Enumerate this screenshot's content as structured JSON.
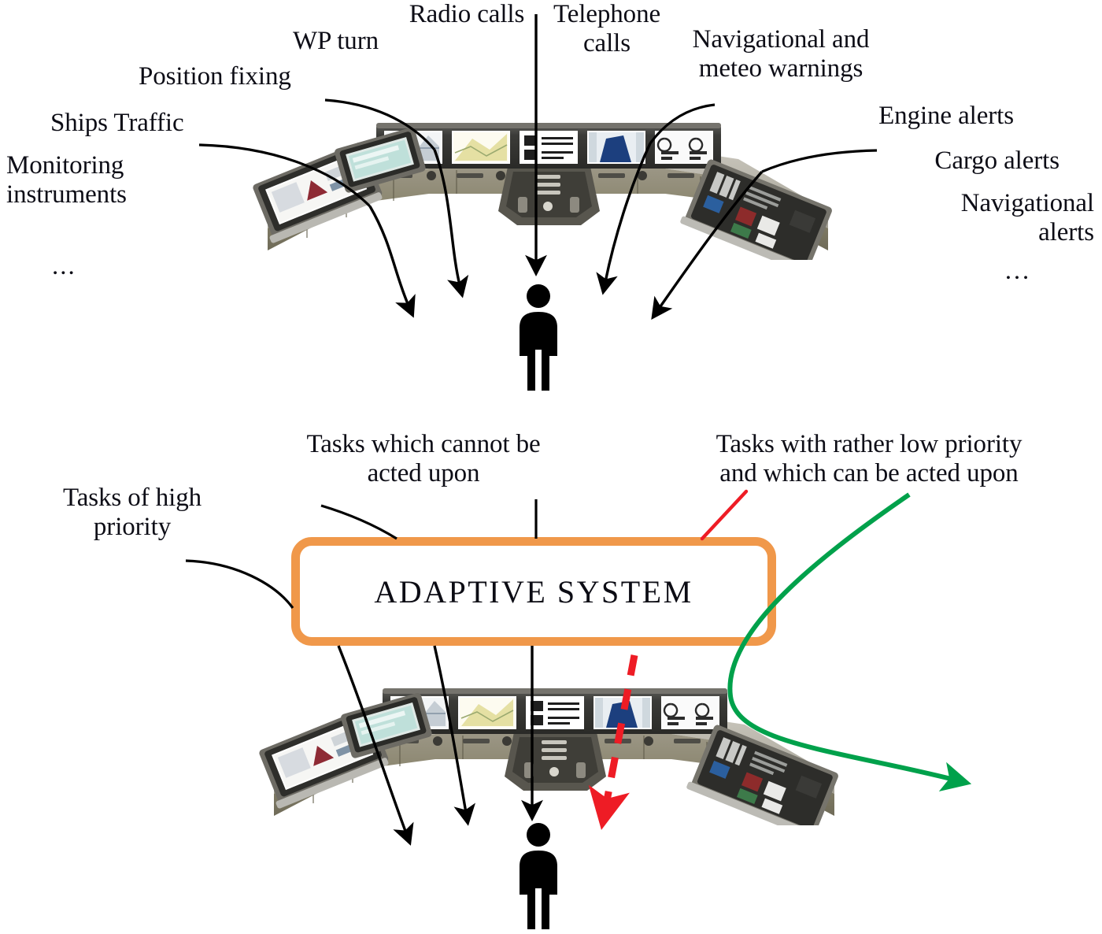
{
  "figure": {
    "title_text": "ADAPTIVE SYSTEM",
    "colors": {
      "orange_box": "#f0984a",
      "red_arrow": "#ee1c25",
      "green_arrow": "#00a14b",
      "black_arrow": "#000000",
      "background": "#ffffff",
      "text": "#0d0d16"
    }
  },
  "top_panel": {
    "name": "current-bridge-situation",
    "labels": [
      {
        "id": "monitoring-instruments",
        "text": "Monitoring\ninstruments",
        "align": "left"
      },
      {
        "id": "ships-traffic",
        "text": "Ships Traffic",
        "align": "left"
      },
      {
        "id": "position-fixing",
        "text": "Position fixing",
        "align": "left"
      },
      {
        "id": "wp-turn",
        "text": "WP turn",
        "align": "left"
      },
      {
        "id": "radio-calls",
        "text": "Radio calls",
        "align": "center"
      },
      {
        "id": "telephone-calls",
        "text": "Telephone\ncalls",
        "align": "center"
      },
      {
        "id": "navigational-and-meteo-warnings",
        "text": "Navigational and\nmeteo warnings",
        "align": "center"
      },
      {
        "id": "engine-alerts",
        "text": "Engine alerts",
        "align": "right"
      },
      {
        "id": "cargo-alerts",
        "text": "Cargo alerts",
        "align": "right"
      },
      {
        "id": "navigational-alerts",
        "text": "Navigational\nalerts",
        "align": "right"
      }
    ],
    "ellipsis_left": "...",
    "ellipsis_right": "…",
    "operator": "operator-figure",
    "arrow_count": 5
  },
  "bottom_panel": {
    "name": "adaptive-system-situation",
    "system_label": "ADAPTIVE SYSTEM",
    "labels": [
      {
        "id": "tasks-of-high-priority",
        "text": "Tasks of high\npriority",
        "align": "center"
      },
      {
        "id": "tasks-which-cannot-be-acted-upon",
        "text": "Tasks which cannot be\nacted upon",
        "align": "center"
      },
      {
        "id": "tasks-with-rather-low-priority",
        "text": "Tasks with rather low priority\nand which can be acted upon",
        "align": "center"
      }
    ],
    "operator": "operator-figure",
    "black_arrow_count": 3,
    "red_dashed_arrow": "filtered-out-task",
    "green_arrow": "handled-by-system-task"
  }
}
